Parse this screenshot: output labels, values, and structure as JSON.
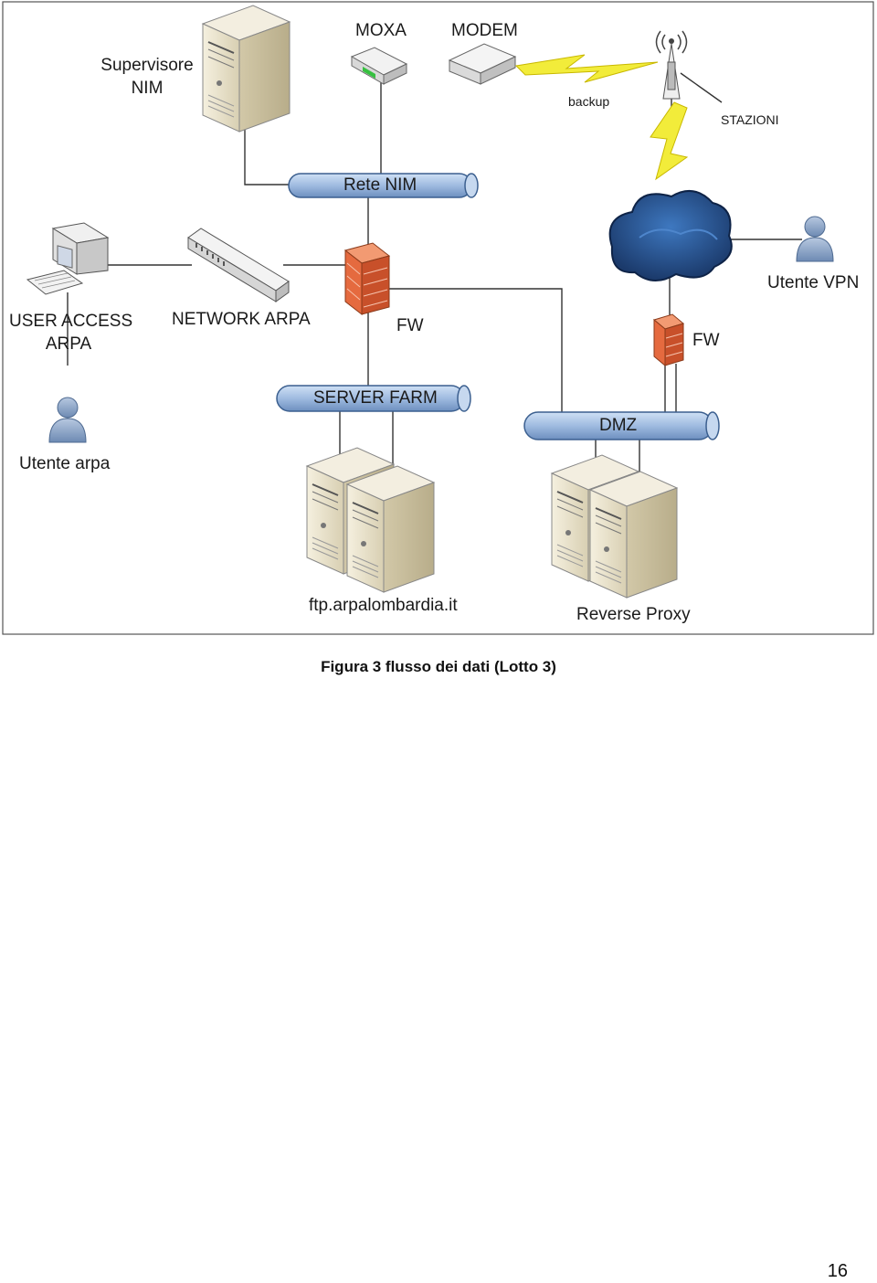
{
  "labels": {
    "supervisore_line1": "Supervisore",
    "supervisore_line2": "NIM",
    "moxa": "MOXA",
    "modem": "MODEM",
    "backup": "backup",
    "stazioni": "STAZIONI",
    "rete_nim": "Rete NIM",
    "user_access_line1": "USER ACCESS",
    "user_access_line2": "ARPA",
    "network_arpa": "NETWORK ARPA",
    "fw_left": "FW",
    "fw_right": "FW",
    "utente_vpn": "Utente VPN",
    "server_farm": "SERVER FARM",
    "dmz": "DMZ",
    "utente_arpa": "Utente arpa",
    "ftp": "ftp.arpalombardia.it",
    "reverse_proxy": "Reverse Proxy"
  },
  "caption": "Figura 3 flusso dei dati (Lotto 3)",
  "page_number": "16",
  "colors": {
    "pipe": "#9fbbe0",
    "pipe_stroke": "#3b5f8f",
    "server": "#e9e3cf",
    "firewall": "#d9623b",
    "cloud": "#2c5a9a",
    "user": "#8fa7c9",
    "lightning": "#f2ec3a"
  },
  "icons": [
    "server-icon",
    "router-icon",
    "modem-icon",
    "antenna-icon",
    "lightning-icon",
    "cloud-icon",
    "firewall-icon",
    "switch-icon",
    "workstation-icon",
    "user-icon"
  ]
}
